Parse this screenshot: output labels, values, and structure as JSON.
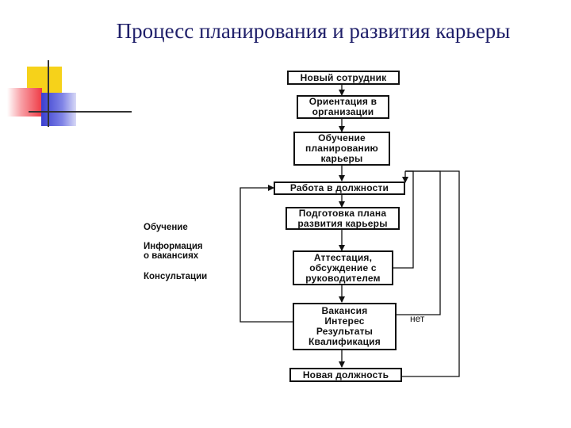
{
  "slide": {
    "title": "Процесс планирования и развития карьеры"
  },
  "flowchart": {
    "nodes": [
      {
        "id": "new_employee",
        "lines": [
          "Новый сотрудник"
        ]
      },
      {
        "id": "orientation",
        "lines": [
          "Ориентация в",
          "организации"
        ]
      },
      {
        "id": "training",
        "lines": [
          "Обучение",
          "планированию",
          "карьеры"
        ]
      },
      {
        "id": "work",
        "lines": [
          "Работа в должности"
        ]
      },
      {
        "id": "plan",
        "lines": [
          "Подготовка плана",
          "развития карьеры"
        ]
      },
      {
        "id": "appraisal",
        "lines": [
          "Аттестация,",
          "обсуждение с",
          "руководителем"
        ]
      },
      {
        "id": "vacancies",
        "lines": [
          "Вакансия",
          "Интерес",
          "Результаты",
          "Квалификация"
        ]
      },
      {
        "id": "new_position",
        "lines": [
          "Новая должность"
        ]
      }
    ],
    "side_labels": [
      {
        "lines": [
          "Обучение"
        ]
      },
      {
        "lines": [
          "Информация",
          "о вакансиях"
        ]
      },
      {
        "lines": [
          "Консультации"
        ]
      }
    ],
    "branch_label": "нет"
  },
  "colors": {
    "title": "#20206a",
    "deco_yellow": "#f6d21a",
    "deco_red": "#ef3b45",
    "deco_blue": "#3a3fd0"
  }
}
